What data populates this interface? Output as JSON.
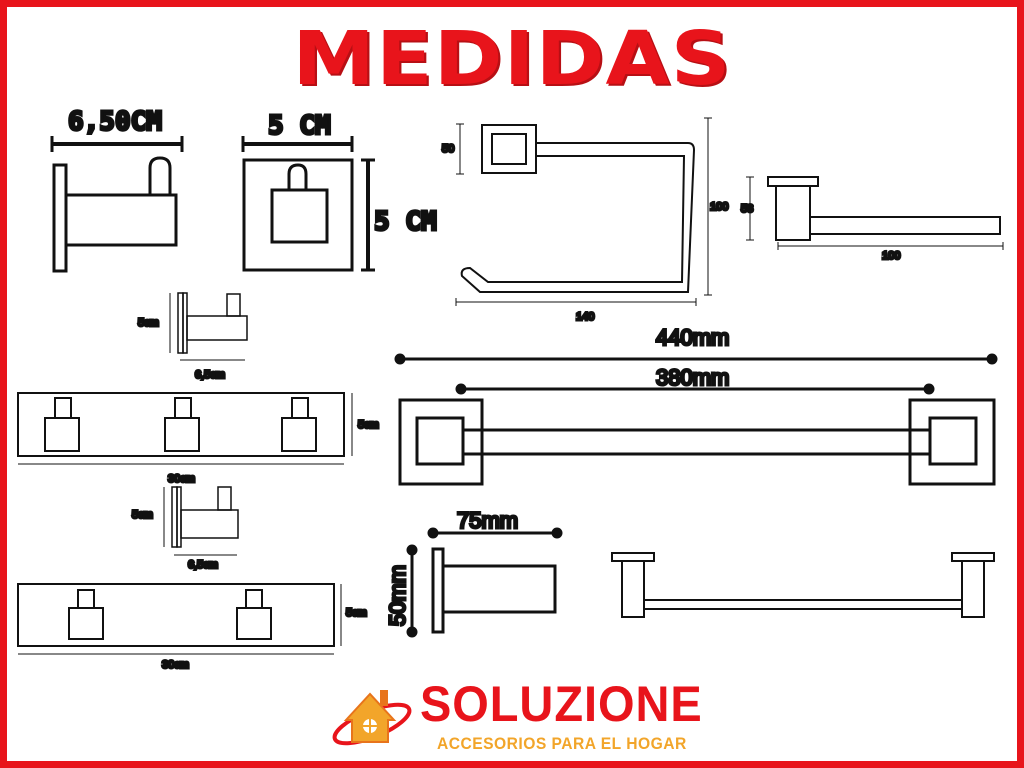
{
  "title": "MEDIDAS",
  "labels": {
    "hook_large_width": "6,50CM",
    "hook_square_width": "5 CM",
    "hook_square_height": "5 CM",
    "ring_height": "50",
    "ring_total_height": "100",
    "ring_width": "140",
    "paper_holder_height": "58",
    "paper_holder_width": "100",
    "hook_small_height": "5cm",
    "hook_small_width": "6,5cm",
    "rack3_height": "5cm",
    "rack3_width": "30cm",
    "hook_small2_height": "5cm",
    "hook_small2_width": "6,5cm",
    "rack2_height": "5cm",
    "rack2_width": "30cm",
    "bar_total": "440mm",
    "bar_inner": "380mm",
    "hook_side_width": "75mm",
    "hook_side_height": "50mm"
  },
  "brand": {
    "name": "SOLUZIONE",
    "tagline": "ACCESORIOS PARA EL HOGAR",
    "primary_color": "#e8141b",
    "accent_color": "#f2a52a"
  },
  "icons": {
    "logo": "house-orbit-logo-icon"
  }
}
